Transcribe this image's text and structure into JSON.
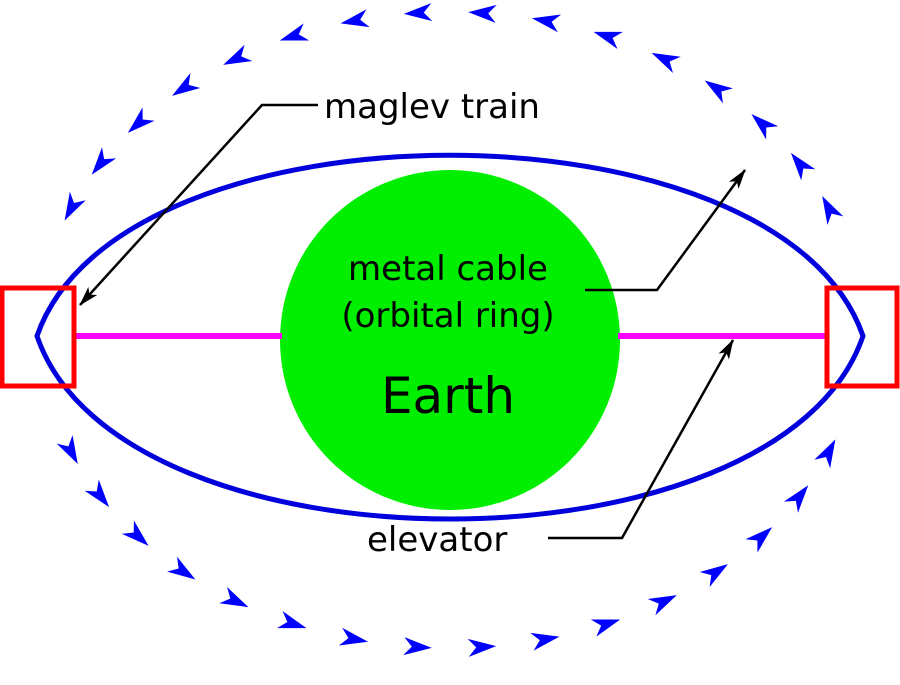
{
  "labels": {
    "maglev_train": "maglev train",
    "cable_line1": "metal cable",
    "cable_line2": "(orbital ring)",
    "earth": "Earth",
    "elevator": "elevator"
  },
  "colors": {
    "ring": "#0000dd",
    "flow_arrows": "#0000ff",
    "earth": "#00ee00",
    "elevator": "#ff00ff",
    "station": "#ff0000",
    "leader": "#000000"
  },
  "icons": {
    "flow": "chevron-arrow-icon",
    "pointer": "leader-arrow-icon"
  }
}
